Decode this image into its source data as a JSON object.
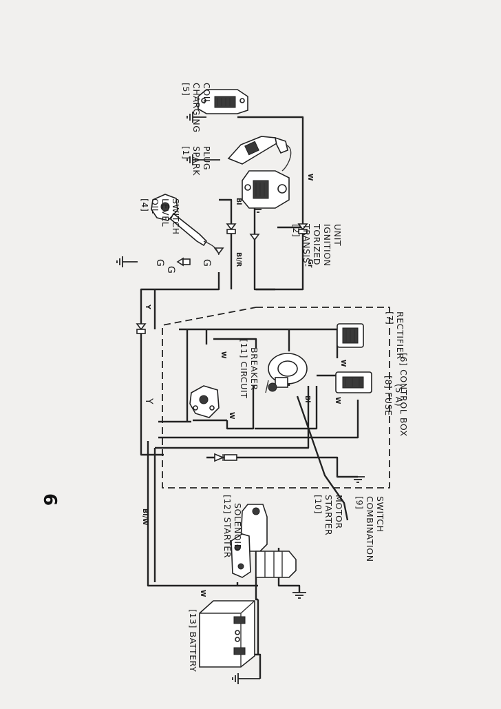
{
  "page_number": "6",
  "components": {
    "charging_coil": [
      "[5]",
      "CHARGING",
      "COIL"
    ],
    "spark_plug": [
      "[1]",
      "SPARK",
      "PLUG"
    ],
    "oil_level_switch": [
      "[4]",
      "OIL",
      "LEVEL",
      "SWITCH"
    ],
    "ignition_unit": [
      "[2]",
      "TRANSIS-",
      "TORIZED",
      "IGNITION",
      "UNIT"
    ],
    "rectifier": [
      "[7]",
      "RECTIFIER"
    ],
    "control_box": [
      "[6] CONTROL BOX"
    ],
    "fuse": [
      "[8] FUSE",
      "(5 A)"
    ],
    "circuit_breaker": [
      "[11] CIRCUIT",
      "BREAKER"
    ],
    "combination_switch": [
      "[9]",
      "COMBINATION",
      "SWITCH"
    ],
    "starter_motor": [
      "[10]",
      "STARTER",
      "MOTOR"
    ],
    "starter_solenoid": [
      "[12] STARTER",
      "SOLENOID"
    ],
    "battery": [
      "[13] BATTERY"
    ]
  },
  "wire_labels": {
    "w_coil": "W",
    "bl_ign": "Bl",
    "gr_ign": "Gr",
    "blr_ign": "Bl/R",
    "y_top": "Y",
    "y_mid": "Y",
    "w_rect": "W",
    "w_fuse": "W",
    "bl_switch": "Bl",
    "w_breaker_top": "W",
    "w_breaker_bot": "W",
    "blw": "Bl/W",
    "w_batt": "W"
  },
  "oil_switch_terminals": [
    "G",
    "G",
    "G"
  ]
}
